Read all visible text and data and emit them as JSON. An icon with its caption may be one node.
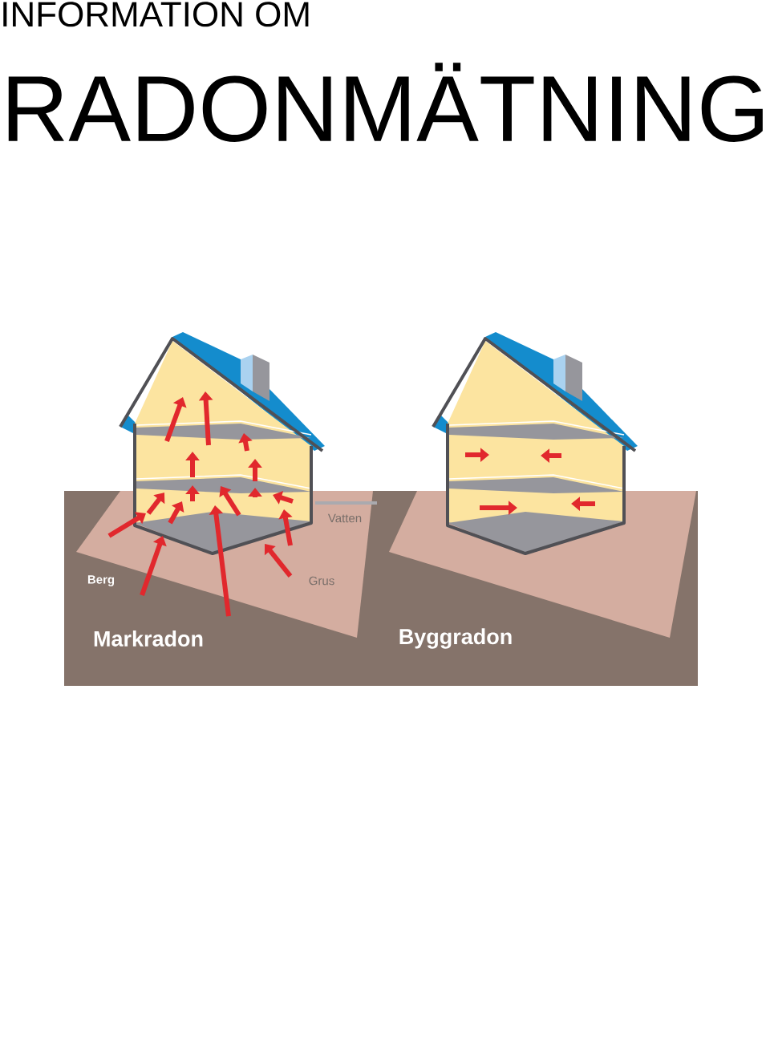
{
  "diagram": {
    "title": "RADONMÄTNING",
    "labels": [
      "INFORMATION OM",
      "Vatten",
      "Berg",
      "Grus",
      "Markradon",
      "Byggradon"
    ]
  }
}
